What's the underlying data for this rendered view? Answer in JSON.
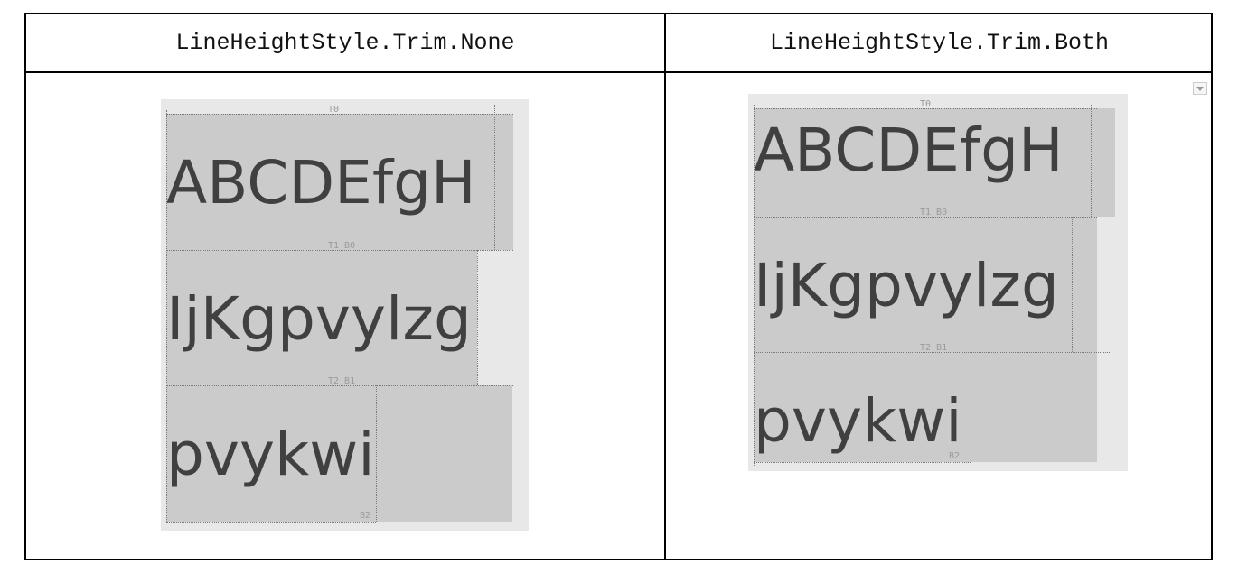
{
  "columns": [
    "LineHeightStyle.Trim.None",
    "LineHeightStyle.Trim.Both"
  ],
  "sample_lines": [
    "ABCDEfgH",
    "IjKgpvylzg",
    "pvykwi"
  ],
  "metric_labels": {
    "t0": "T0",
    "t1_b0": "T1  B0",
    "t2_b1": "T2  B1",
    "b2": "B2"
  }
}
